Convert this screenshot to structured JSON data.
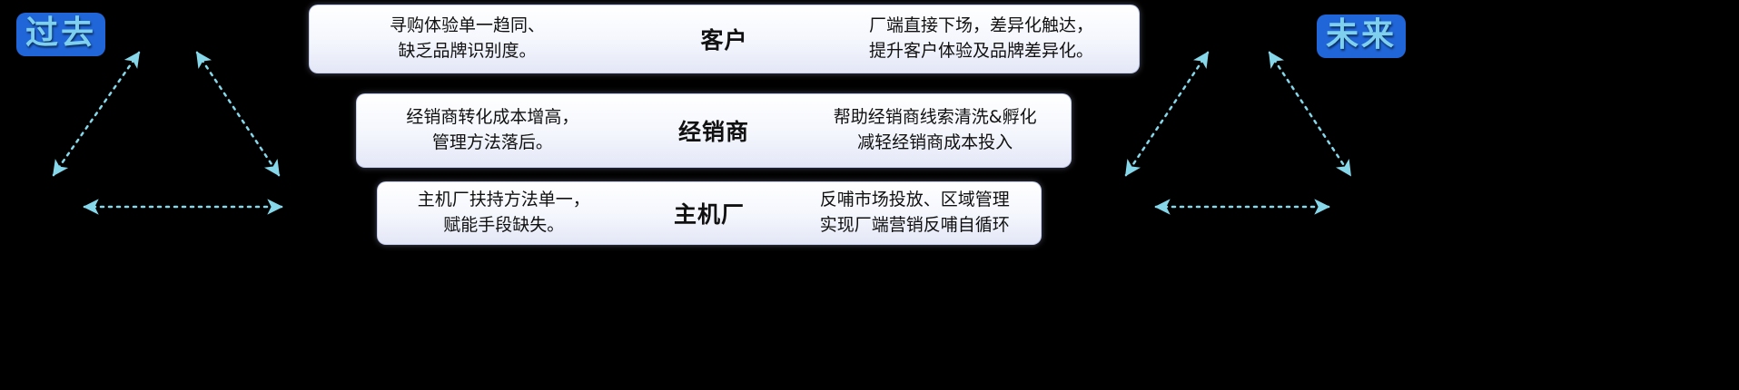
{
  "labels": {
    "past": "过去",
    "future": "未来"
  },
  "rows": [
    {
      "left": "寻购体验单一趋同、\n缺乏品牌识别度。",
      "center": "客户",
      "right": "厂端直接下场，差异化触达，\n提升客户体验及品牌差异化。"
    },
    {
      "left": "经销商转化成本增高，\n管理方法落后。",
      "center": "经销商",
      "right": "帮助经销商线索清洗&孵化\n减轻经销商成本投入"
    },
    {
      "left": "主机厂扶持方法单一，\n赋能手段缺失。",
      "center": "主机厂",
      "right": "反哺市场投放、区域管理\n实现厂端营销反哺自循环"
    }
  ],
  "colors": {
    "background": "#000000",
    "arrow": "#86d7e9",
    "label_bg": "#2166d8",
    "label_text": "#7fd0ee",
    "box_text": "#111111"
  }
}
